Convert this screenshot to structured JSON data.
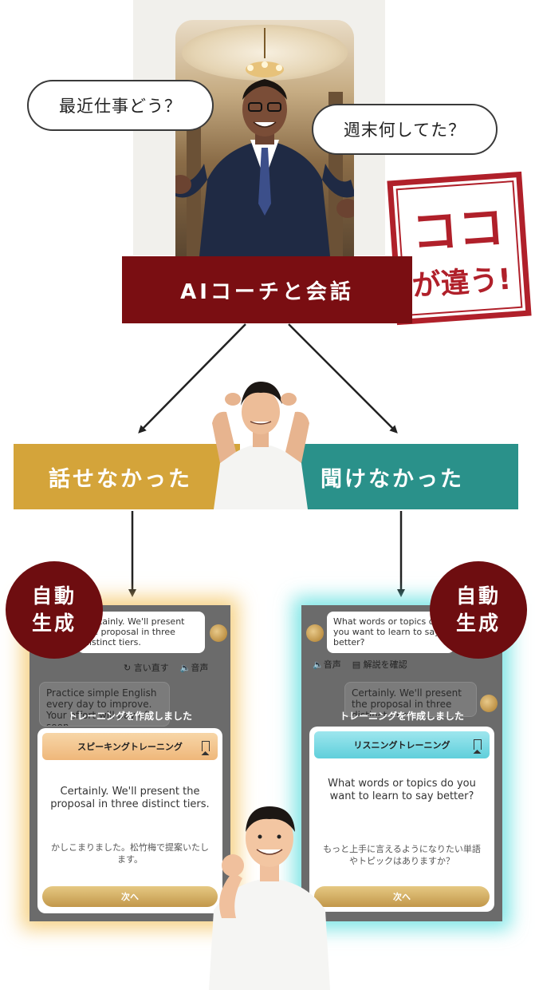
{
  "coach_section": {
    "bubble_left": "最近仕事どう？",
    "bubble_right": "週末何してた？",
    "stamp_line1": "ココ",
    "stamp_line2": "が違う!",
    "banner": "AIコーチと会話",
    "colors": {
      "banner": "#7a0e12",
      "stamp": "#b0202a"
    }
  },
  "split": {
    "left_label": "話せなかった",
    "right_label": "聞けなかった",
    "colors": {
      "left": "#d4a43a",
      "right": "#2a918a"
    }
  },
  "badges": {
    "left": {
      "line1": "自動",
      "line2": "生成"
    },
    "right": {
      "line1": "自動",
      "line2": "生成"
    }
  },
  "speaking_card": {
    "top_bubble": "Certainly. We'll present the proposal in three distinct tiers.",
    "tools": {
      "retry": "言い直す",
      "audio": "音声"
    },
    "user_bubble": "Practice simple English every day to improve. Your effort will pay off soon.",
    "overlay_title": "トレーニングを作成しました",
    "card_title": "スピーキングトレーニング",
    "english": "Certainly. We'll present the proposal in three distinct tiers.",
    "japanese": "かしこまりました。松竹梅で提案いたします。",
    "next": "次へ",
    "icons": {
      "retry": "refresh-icon",
      "audio": "speaker-icon",
      "bookmark": "bookmark-icon"
    }
  },
  "listening_card": {
    "top_bubble": "What words or topics do you want to learn to say better?",
    "tools": {
      "audio": "音声",
      "explain": "解説を確認"
    },
    "user_bubble": "Certainly. We'll present the proposal in three distinct tiers.",
    "overlay_title": "トレーニングを作成しました",
    "card_title": "リスニングトレーニング",
    "english": "What words or topics do you want to learn to say better?",
    "japanese": "もっと上手に言えるようになりたい単語やトピックはありますか？",
    "next": "次へ",
    "icons": {
      "audio": "speaker-icon",
      "explain": "document-icon",
      "bookmark": "bookmark-icon"
    }
  }
}
